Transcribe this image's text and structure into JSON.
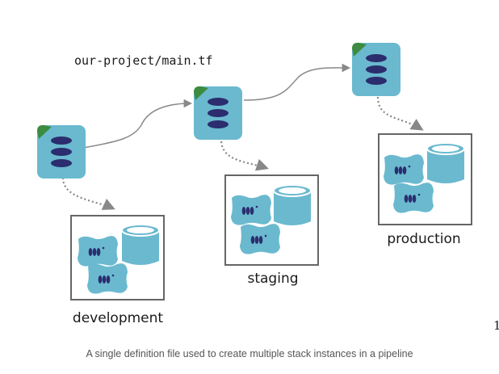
{
  "diagram": {
    "file_label": "our-project/main.tf",
    "environments": [
      "development",
      "staging",
      "production"
    ],
    "page_number": "1",
    "caption": "A single definition file used to create multiple stack instances in a pipeline"
  },
  "colors": {
    "tile": "#6ab9cf",
    "tile_dark": "#5aa9c0",
    "stack": "#2b2d6e",
    "accent": "#3d8b41",
    "arrow": "#888888",
    "frame": "#666666",
    "text": "#1a1a1a",
    "caption": "#555555"
  },
  "icons": [
    "definition-file-icon",
    "server-icon",
    "database-icon"
  ]
}
